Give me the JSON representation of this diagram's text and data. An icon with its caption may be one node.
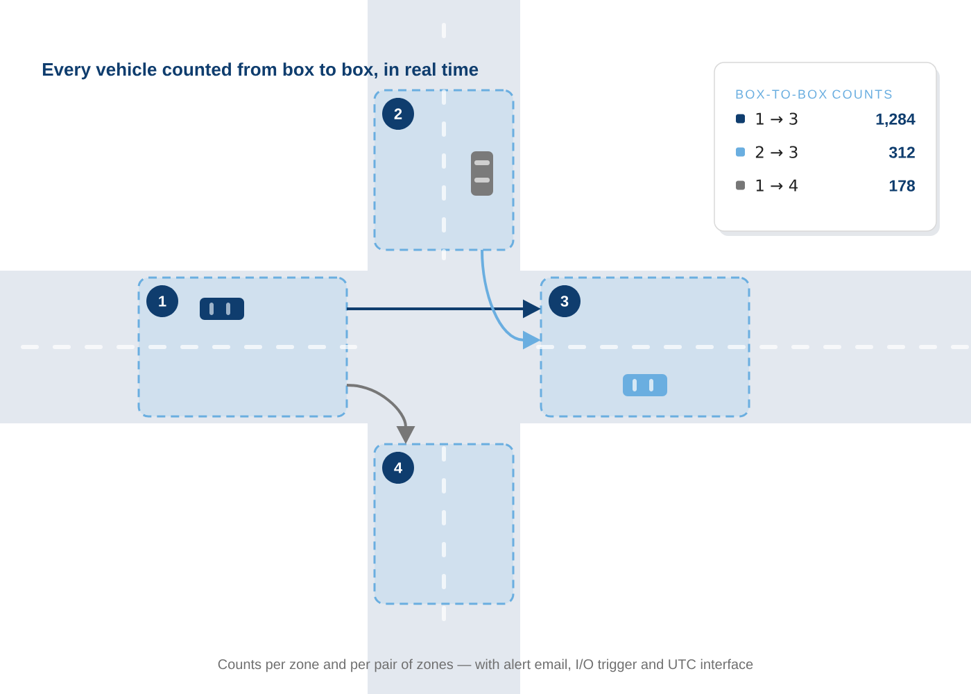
{
  "diagram": {
    "title": "Every vehicle counted from box to box, in real time",
    "caption": "Counts per zone and per pair of zones — with alert email, I/O trigger and UTC interface",
    "nodes": [
      {
        "text": [
          "1"
        ]
      },
      {
        "text": [
          "2"
        ]
      },
      {
        "text": [
          "3"
        ]
      },
      {
        "text": [
          "4"
        ]
      }
    ],
    "edges": [
      {
        "from": 0,
        "to": 2,
        "arrow": "to",
        "color": "#0f3d6e"
      },
      {
        "from": 1,
        "to": 2,
        "arrow": "to",
        "color": "#6aaee0"
      },
      {
        "from": 0,
        "to": 3,
        "arrow": "to",
        "color": "#777777"
      }
    ],
    "labels": [
      "BOX-TO-BOX COUNTS",
      "1,284",
      "312",
      "178"
    ],
    "legend": [
      {
        "text": "1 → 3",
        "color": "#0f3d6e"
      },
      {
        "text": "2 → 3",
        "color": "#6aaee0"
      },
      {
        "text": "1 → 4",
        "color": "#777777"
      }
    ]
  }
}
